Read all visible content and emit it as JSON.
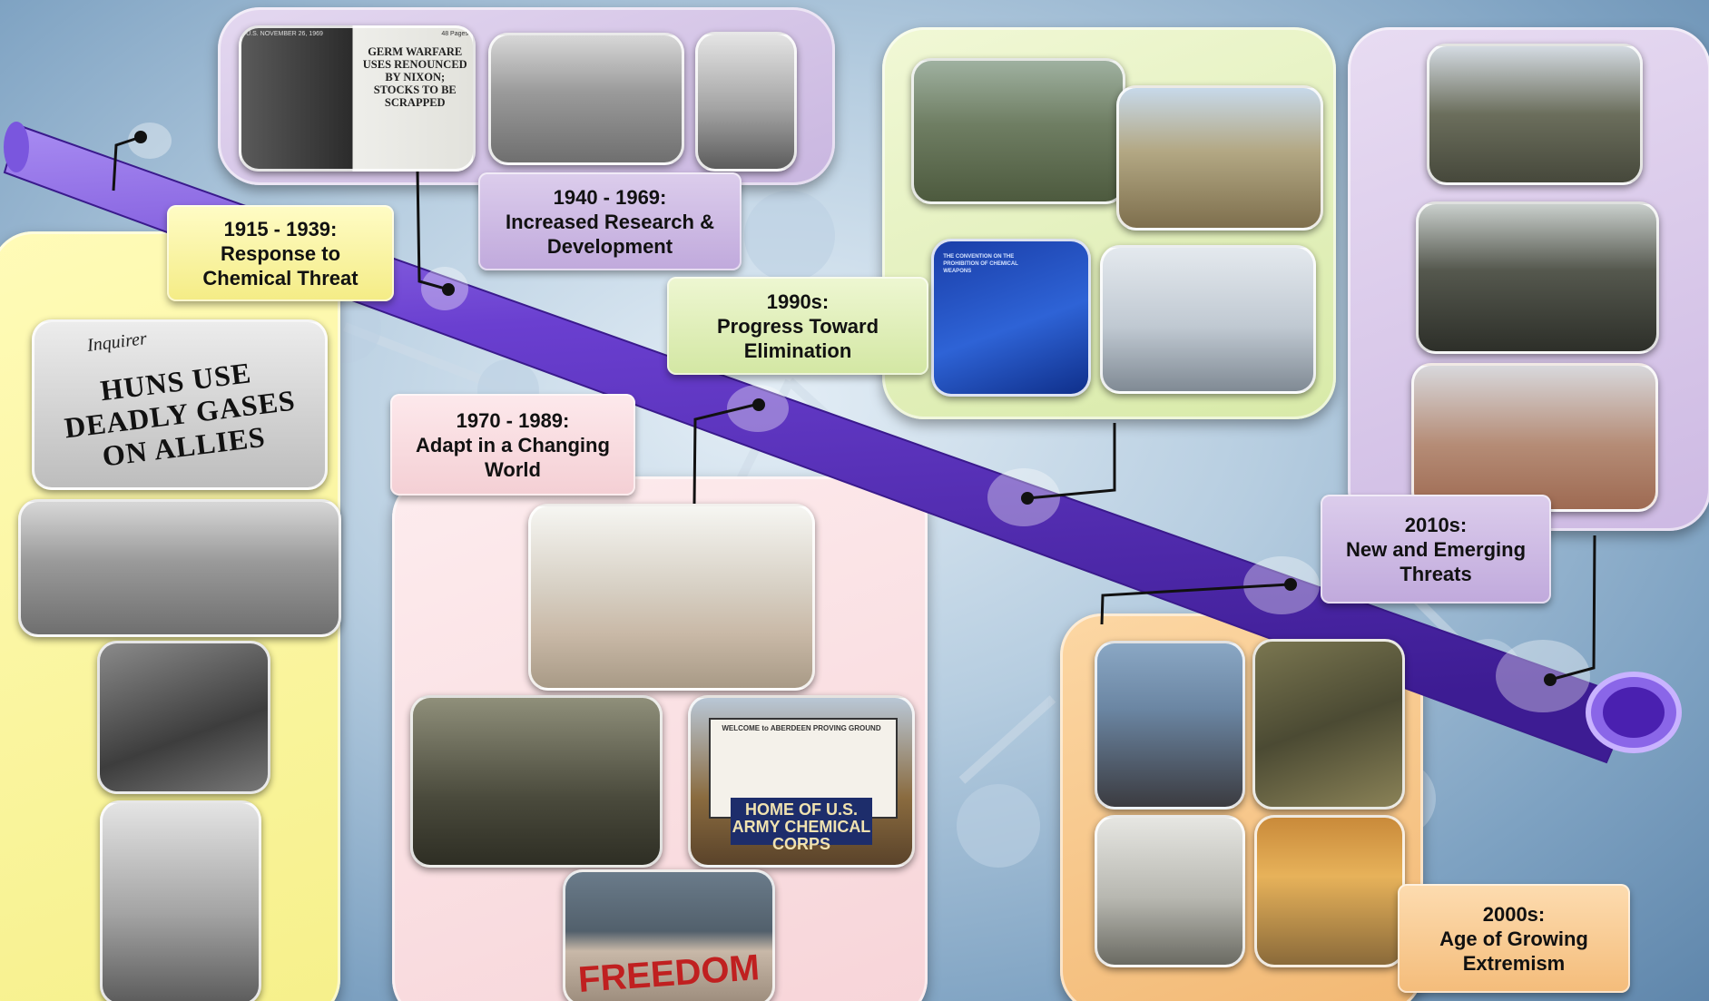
{
  "eras": [
    {
      "key": "e1915",
      "label": [
        "1915 - 1939:",
        "Response to",
        "Chemical Threat"
      ]
    },
    {
      "key": "e1940",
      "label": [
        "1940 - 1969:",
        "Increased Research &",
        "Development"
      ]
    },
    {
      "key": "e1970",
      "label": [
        "1970 - 1989:",
        "Adapt in a Changing",
        "World"
      ]
    },
    {
      "key": "e1990",
      "label": [
        "1990s:",
        "Progress Toward",
        "Elimination"
      ]
    },
    {
      "key": "e2000",
      "label": [
        "2000s:",
        "Age of Growing",
        "Extremism"
      ]
    },
    {
      "key": "e2010",
      "label": [
        "2010s:",
        "New and Emerging",
        "Threats"
      ]
    }
  ],
  "photo_text": {
    "newspaper_masthead": "Inquirer",
    "newspaper_headline": "HUNS USE DEADLY GASES ON ALLIES",
    "nixon_date": "U.S. NOVEMBER 26, 1969",
    "nixon_pages": "48 Pages",
    "nixon_headline": "GERM WARFARE USES RENOUNCED BY NIXON; STOCKS TO BE SCRAPPED",
    "sign_top": "WELCOME to ABERDEEN PROVING GROUND",
    "sign_bottom": "HOME OF U.S. ARMY CHEMICAL CORPS",
    "wall_graffiti": "FREEDOM",
    "convention_cover": "THE CONVENTION ON THE PROHIBITION OF CHEMICAL WEAPONS"
  },
  "colors": {
    "tube": "#5a2fc2",
    "tube_highlight": "#9a7cf0",
    "connector": "#111111",
    "yellow_panel": "#f7f08c",
    "purple_panel": "#cbb8e2",
    "green_panel": "#d9eba9",
    "pink_panel": "#f8d6da",
    "orange_panel": "#f3ba76"
  }
}
